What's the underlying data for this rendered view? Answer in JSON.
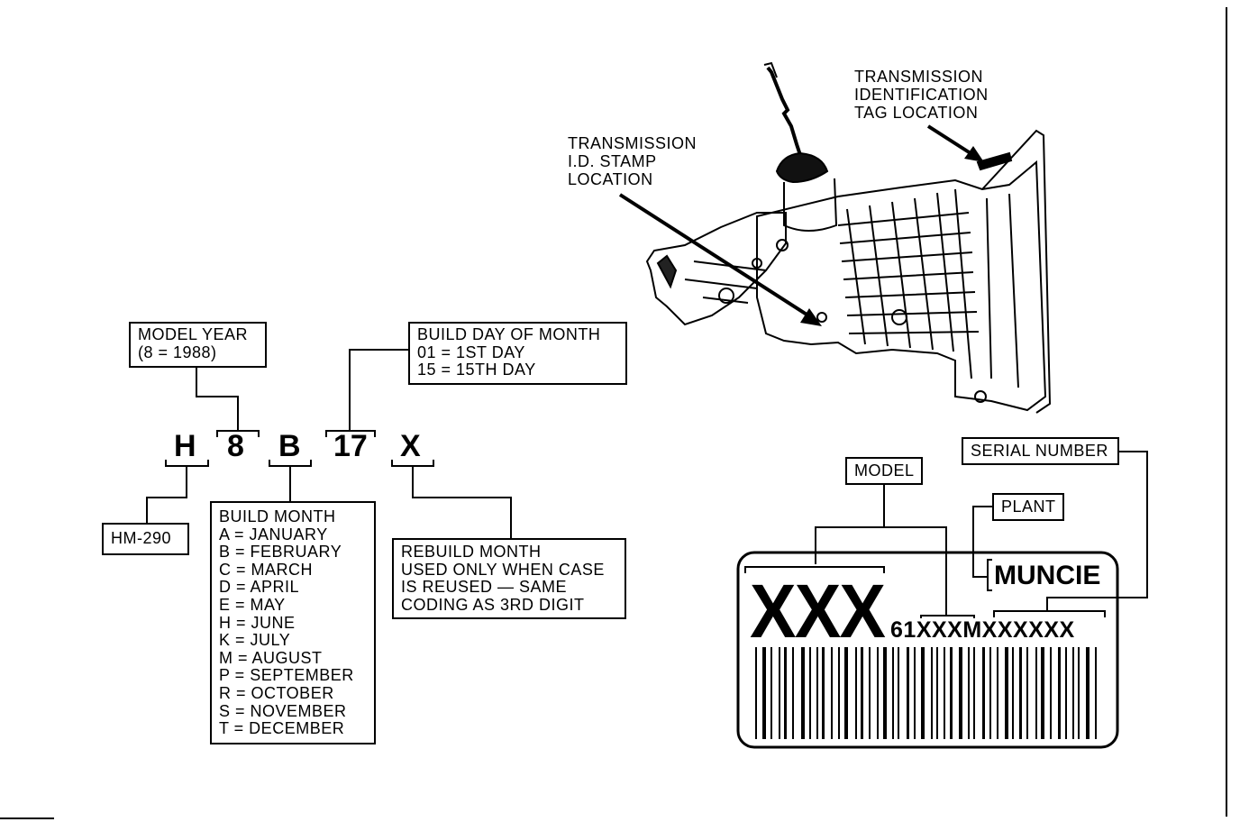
{
  "callouts": {
    "tag_location": [
      "TRANSMISSION",
      "IDENTIFICATION",
      "TAG LOCATION"
    ],
    "stamp_location": [
      "TRANSMISSION",
      "I.D. STAMP",
      "LOCATION"
    ]
  },
  "code": {
    "characters": [
      "H",
      "8",
      "B",
      "17",
      "X"
    ]
  },
  "boxes": {
    "model_year": [
      "MODEL YEAR",
      "(8 = 1988)"
    ],
    "build_day": [
      "BUILD DAY OF MONTH",
      "01  =  1ST DAY",
      "15  =  15TH DAY"
    ],
    "model_code": "HM-290",
    "build_month": [
      "BUILD MONTH",
      "A  =  JANUARY",
      "B  =  FEBRUARY",
      "C  =  MARCH",
      "D  =  APRIL",
      "E  =  MAY",
      "H  =  JUNE",
      "K  =  JULY",
      "M  =  AUGUST",
      "P  =  SEPTEMBER",
      "R  =  OCTOBER",
      "S  =  NOVEMBER",
      "T  =  DECEMBER"
    ],
    "rebuild_month": [
      "REBUILD MONTH",
      "USED ONLY WHEN CASE",
      "IS REUSED — SAME",
      "CODING AS 3RD DIGIT"
    ]
  },
  "tag": {
    "model_label": "MODEL",
    "plant_label": "PLANT",
    "serial_label": "SERIAL NUMBER",
    "big_model": "XXX",
    "plant_name": "MUNCIE",
    "code_prefix": "61",
    "code_model": "XXX",
    "code_plant": "M",
    "code_serial": "XXXXXX"
  }
}
